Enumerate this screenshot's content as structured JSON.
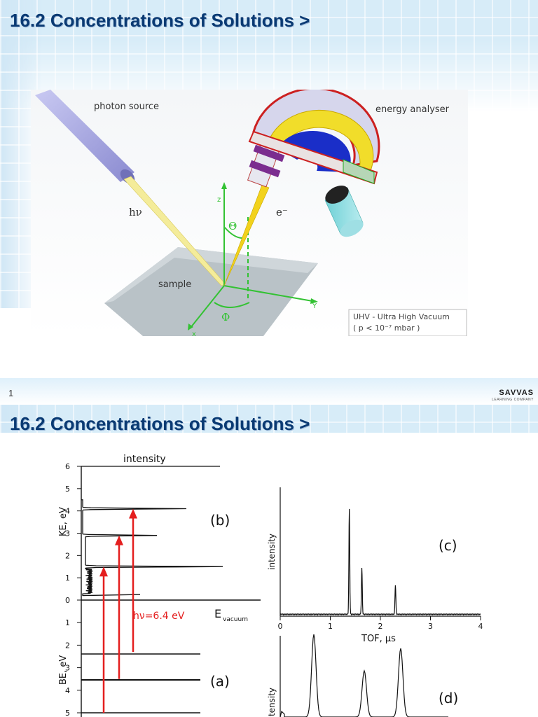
{
  "slide1": {
    "title": "16.2 Concentrations of Solutions >",
    "figure": {
      "labels": {
        "photon_source": "photon source",
        "energy_analyser": "energy analyser",
        "hv": "hν",
        "electron": "e⁻",
        "theta": "Θ",
        "phi": "Φ",
        "sample": "sample",
        "axis_x": "x",
        "axis_y": "Y",
        "axis_z": "z"
      },
      "uhv_line1": "UHV - Ultra High Vacuum",
      "uhv_line2": "( p < 10⁻⁷ mbar )"
    },
    "page_number": "1",
    "brand": "SAVVAS",
    "brand_sub": "LEARNING COMPANY"
  },
  "slide2": {
    "title": "16.2 Concentrations of Solutions >",
    "colors": {
      "arrow": "#e41f1f"
    },
    "chart_data": [
      {
        "type": "line",
        "panel": "(a)/(b) energy level diagram",
        "top_label": "intensity",
        "ylabel_upper": "KE, eV",
        "ylabel_lower": "BE, eV",
        "ke_ticks": [
          "6",
          "5",
          "4",
          "3",
          "2",
          "1",
          "0"
        ],
        "be_ticks": [
          "1",
          "2",
          "3",
          "4",
          "5"
        ],
        "panel_b_label": "(b)",
        "panel_a_label": "(a)",
        "photon_label": "hν=6.4 eV",
        "vacuum_label": "E",
        "vacuum_sub": "vacuum",
        "ke_peaks": [
          4.1,
          2.9,
          1.5
        ],
        "be_levels": [
          2.3,
          3.5,
          5.0
        ]
      },
      {
        "type": "line",
        "panel_label": "(c)",
        "ylabel": "intensity",
        "xlabel": "TOF, μs",
        "x_ticks": [
          "0",
          "1",
          "2",
          "3",
          "4"
        ],
        "xlim": [
          0,
          4
        ],
        "peaks": [
          {
            "x": 1.38,
            "h": 1.0
          },
          {
            "x": 1.63,
            "h": 0.44
          },
          {
            "x": 2.3,
            "h": 0.28
          }
        ]
      },
      {
        "type": "line",
        "panel_label": "(d)",
        "ylabel": "intensity",
        "peaks_visible": 3
      }
    ]
  }
}
